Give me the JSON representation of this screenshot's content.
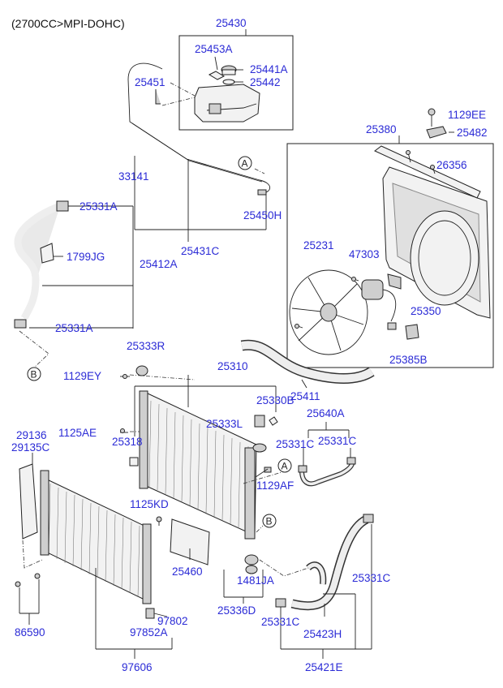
{
  "header": "(2700CC>MPI-DOHC)",
  "refs": {
    "a": "A",
    "b": "B"
  },
  "labels": {
    "p25430": "25430",
    "p25453A": "25453A",
    "p25441A": "25441A",
    "p25451": "25451",
    "p25442": "25442",
    "p1129EE": "1129EE",
    "p25380": "25380",
    "p25482": "25482",
    "p33141": "33141",
    "p26356": "26356",
    "p25331A_top": "25331A",
    "p25450H": "25450H",
    "p25231": "25231",
    "p47303": "47303",
    "p25431C": "25431C",
    "p1799JG": "1799JG",
    "p25412A": "25412A",
    "p25350": "25350",
    "p25331A_bot": "25331A",
    "p25333R": "25333R",
    "p25385B": "25385B",
    "p1129EY": "1129EY",
    "p25310": "25310",
    "p25411": "25411",
    "p25330B": "25330B",
    "p25640A": "25640A",
    "p29136": "29136",
    "p29135C": "29135C",
    "p25333L": "25333L",
    "p1125AE": "1125AE",
    "p25318": "25318",
    "p25331C_1": "25331C",
    "p25331C_2": "25331C",
    "p1129AF": "1129AF",
    "p1125KD": "1125KD",
    "p25460": "25460",
    "p1481JA": "1481JA",
    "p25331C_3": "25331C",
    "p25336D": "25336D",
    "p97802": "97802",
    "p97852A": "97852A",
    "p25331C_4": "25331C",
    "p25423H": "25423H",
    "p86590": "86590",
    "p97606": "97606",
    "p25421E": "25421E"
  }
}
